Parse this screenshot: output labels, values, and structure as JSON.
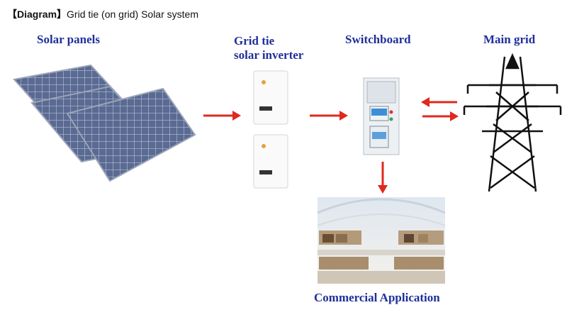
{
  "header": {
    "tag": "【Diagram】",
    "title": "Grid tie (on grid) Solar system"
  },
  "nodes": {
    "solar_panels": "Solar panels",
    "inverter_line1": "Grid tie",
    "inverter_line2": "solar inverter",
    "switchboard": "Switchboard",
    "main_grid": "Main grid",
    "commercial": "Commercial Application"
  },
  "colors": {
    "label": "#1f2f9a",
    "arrow": "#e0281f",
    "panel": "#4a5a80",
    "tower": "#111111"
  }
}
